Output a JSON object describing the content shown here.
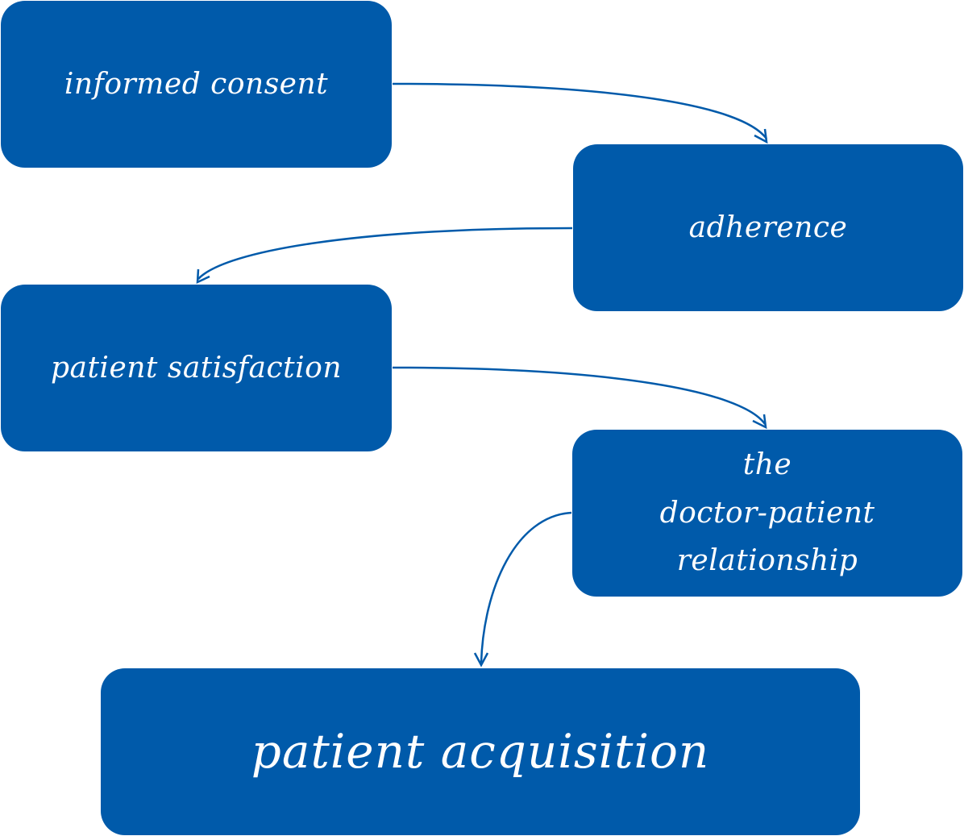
{
  "diagram": {
    "nodes": [
      {
        "id": "informed-consent",
        "label": "informed consent"
      },
      {
        "id": "adherence",
        "label": "adherence"
      },
      {
        "id": "patient-satisfaction",
        "label": "patient satisfaction"
      },
      {
        "id": "doctor-patient-relationship",
        "label": "the\ndoctor-patient\nrelationship"
      },
      {
        "id": "patient-acquisition",
        "label": "patient acquisition"
      }
    ],
    "edges": [
      {
        "from": "informed-consent",
        "to": "adherence"
      },
      {
        "from": "adherence",
        "to": "patient-satisfaction"
      },
      {
        "from": "patient-satisfaction",
        "to": "doctor-patient-relationship"
      },
      {
        "from": "doctor-patient-relationship",
        "to": "patient-acquisition"
      }
    ],
    "colors": {
      "box_fill": "#005aaa",
      "text": "#ffffff",
      "arrow": "#005aaa"
    }
  }
}
